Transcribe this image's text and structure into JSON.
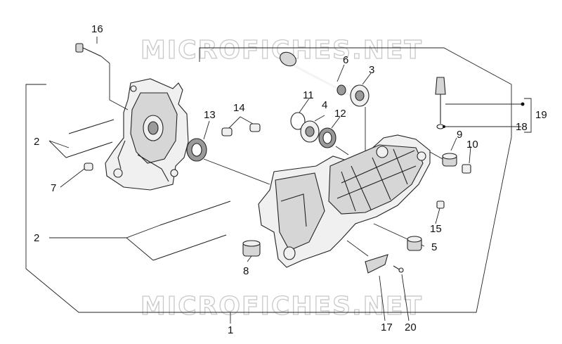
{
  "watermark": {
    "text": "MICROFICHES.NET"
  },
  "callouts": {
    "c1": "1",
    "c2a": "2",
    "c2b": "2",
    "c3": "3",
    "c4": "4",
    "c5": "5",
    "c6": "6",
    "c7": "7",
    "c8": "8",
    "c9": "9",
    "c10": "10",
    "c11": "11",
    "c12": "12",
    "c13": "13",
    "c14": "14",
    "c15": "15",
    "c16": "16",
    "c17": "17",
    "c18": "18",
    "c19": "19",
    "c20": "20"
  }
}
